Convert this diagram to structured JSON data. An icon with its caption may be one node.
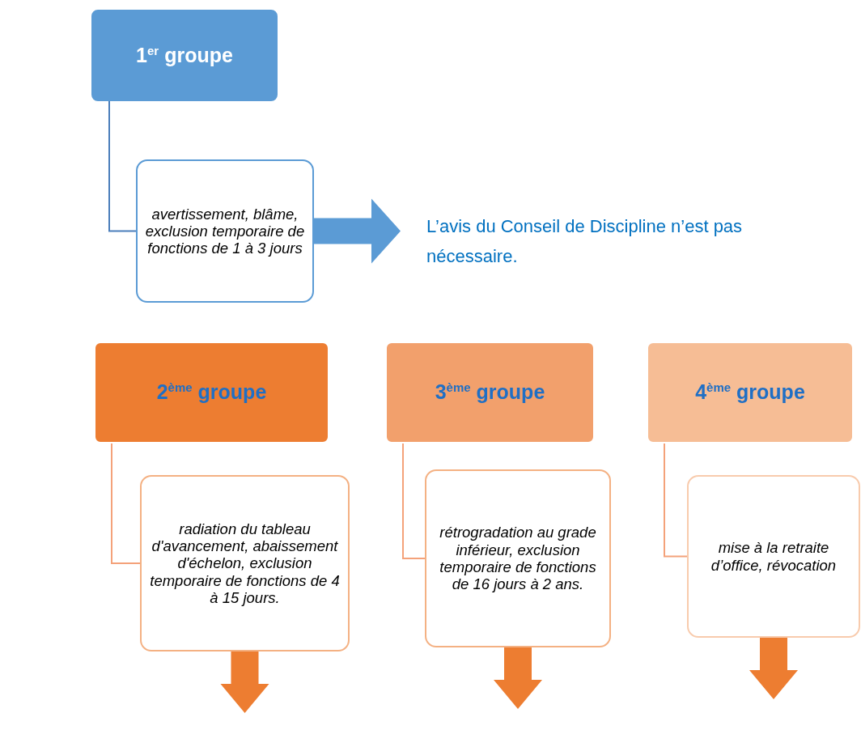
{
  "diagram": {
    "nodes": [
      {
        "text": [
          "1$^{er}$ groupe"
        ]
      },
      {
        "text": [
          "avertissement, blâme, exclusion temporaire de fonctions de 1 à 3 jours"
        ]
      },
      {
        "text": [
          "L’avis du Conseil de Discipline n’est pas nécessaire."
        ]
      },
      {
        "text": [
          "2$^{ème}$ groupe"
        ]
      },
      {
        "text": [
          "radiation du tableau d'avancement, abaissement d'échelon, exclusion temporaire de fonctions de 4 à 15 jours."
        ]
      },
      {
        "text": [
          "3$^{ème}$ groupe"
        ]
      },
      {
        "text": [
          "rétrogradation au grade inférieur, exclusion temporaire de fonctions de 16 jours à 2 ans."
        ]
      },
      {
        "text": [
          "4$^{ème}$ groupe"
        ]
      },
      {
        "text": [
          "mise à la retraite d’office, révocation"
        ]
      }
    ],
    "edges": [
      {
        "from": 0,
        "to": 1,
        "arrow": "none",
        "color": "#4a7ebb"
      },
      {
        "from": 1,
        "to": 2,
        "arrow": "to",
        "style": "thick",
        "color": "#5b9bd5"
      },
      {
        "from": 3,
        "to": 4,
        "arrow": "none"
      },
      {
        "from": 5,
        "to": 6,
        "arrow": "none"
      },
      {
        "from": 7,
        "to": 8,
        "arrow": "none"
      },
      {
        "from": 4,
        "to": null,
        "arrow": "to",
        "style": "thick"
      },
      {
        "from": 6,
        "to": null,
        "arrow": "to",
        "style": "thick"
      },
      {
        "from": 8,
        "to": null,
        "arrow": "to",
        "style": "thick"
      }
    ]
  }
}
